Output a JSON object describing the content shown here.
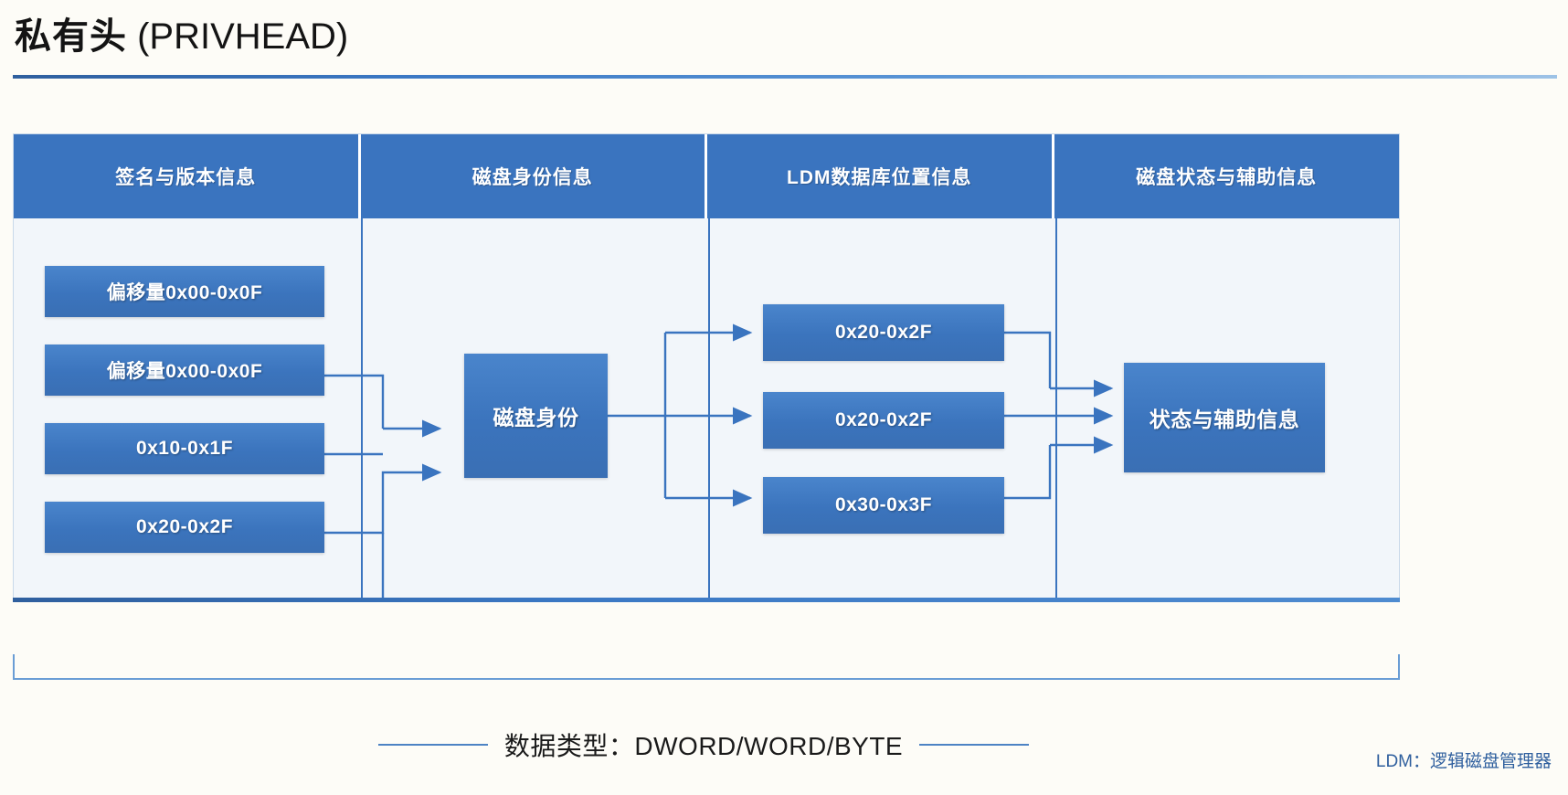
{
  "title": {
    "cn": "私有头",
    "en": " (PRIVHEAD)"
  },
  "diagram": {
    "columns": [
      {
        "header": "签名与版本信息"
      },
      {
        "header": "磁盘身份信息"
      },
      {
        "header": "LDM数据库位置信息"
      },
      {
        "header": "磁盘状态与辅助信息"
      }
    ],
    "left_boxes": [
      {
        "label": "偏移量0x00-0x0F"
      },
      {
        "label": "偏移量0x00-0x0F"
      },
      {
        "label": "0x10-0x1F"
      },
      {
        "label": "0x20-0x2F"
      }
    ],
    "center_box": {
      "label": "磁盘身份"
    },
    "middle_boxes": [
      {
        "label": "0x20-0x2F"
      },
      {
        "label": "0x20-0x2F"
      },
      {
        "label": "0x30-0x3F"
      }
    ],
    "right_box": {
      "label": "状态与辅助信息"
    }
  },
  "footer": {
    "caption": "数据类型：DWORD/WORD/BYTE",
    "legend": "LDM：逻辑磁盘管理器"
  },
  "colors": {
    "header_blue": "#3a74bf",
    "box_blue": "#3b74bd",
    "connector_blue": "#3a74bf",
    "panel_bg": "#f2f6fa",
    "page_bg": "#fdfcf7",
    "legend_text": "#2f5f9e"
  }
}
